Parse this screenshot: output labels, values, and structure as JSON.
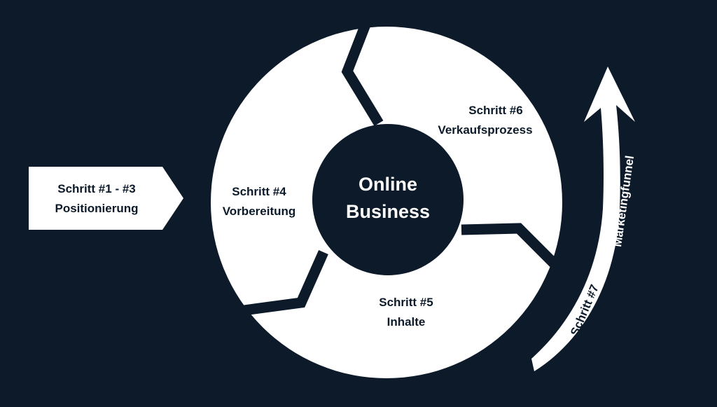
{
  "colors": {
    "background": "#0c1a29",
    "shape_fill": "#ffffff",
    "text_dark": "#0c1a29",
    "text_light": "#ffffff"
  },
  "start_box": {
    "line1": "Schritt #1 - #3",
    "line2": "Positionierung"
  },
  "cycle": {
    "center": {
      "line1": "Online",
      "line2": "Business"
    },
    "segment_4": {
      "line1": "Schritt #4",
      "line2": "Vorbereitung"
    },
    "segment_5": {
      "line1": "Schritt #5",
      "line2": "Inhalte"
    },
    "segment_6": {
      "line1": "Schritt #6",
      "line2": "Verkaufsprozess"
    }
  },
  "funnel_arrow": {
    "step": "Schritt #7",
    "label": "Marketingfunnel",
    "icon": "curved-up-arrow-icon"
  }
}
